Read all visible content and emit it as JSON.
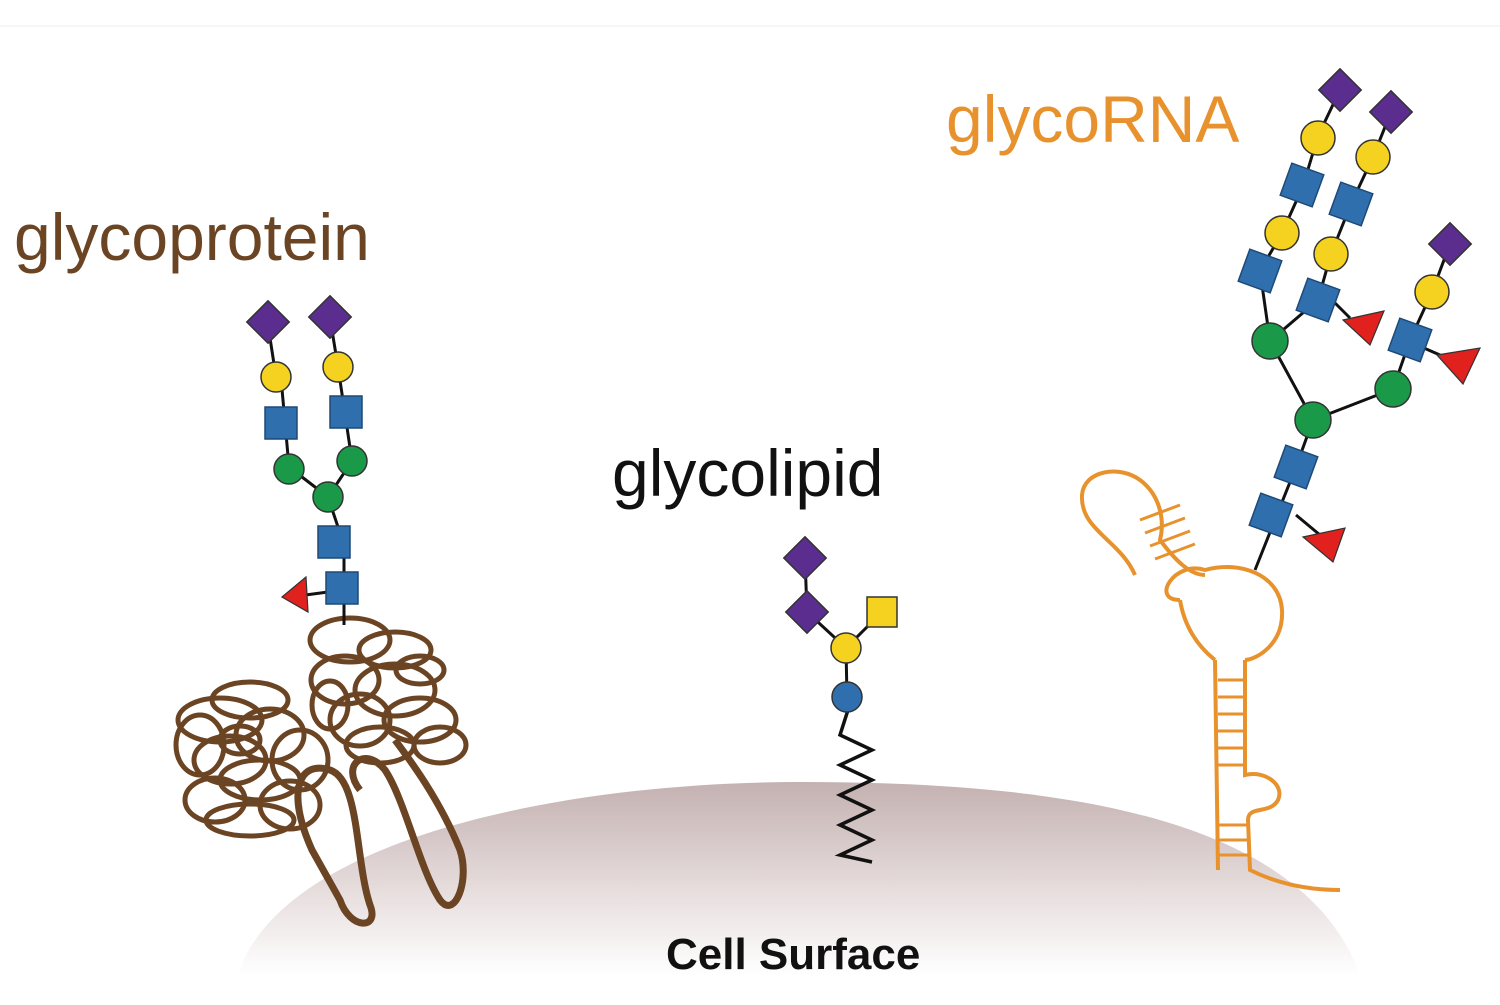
{
  "labels": {
    "glycoprotein": "glycoprotein",
    "glycolipid": "glycolipid",
    "glycorna": "glycoRNA",
    "cell_surface": "Cell Surface"
  },
  "colors": {
    "glycoprotein": "#6b4423",
    "glycolipid": "#111111",
    "glycorna": "#e8922e",
    "sialic_acid": "#5b2d8e",
    "galactose": "#f5d21f",
    "glcnac": "#2f6fad",
    "mannose": "#1a9a48",
    "fucose": "#e0211d",
    "galnac": "#f5d21f",
    "glucose": "#2f6fad",
    "membrane": "#cdbcbc"
  },
  "icons": [
    "sialic-acid-diamond-icon",
    "galactose-circle-icon",
    "glcnac-square-icon",
    "mannose-circle-icon",
    "fucose-triangle-icon",
    "galnac-square-icon",
    "glucose-circle-icon"
  ]
}
